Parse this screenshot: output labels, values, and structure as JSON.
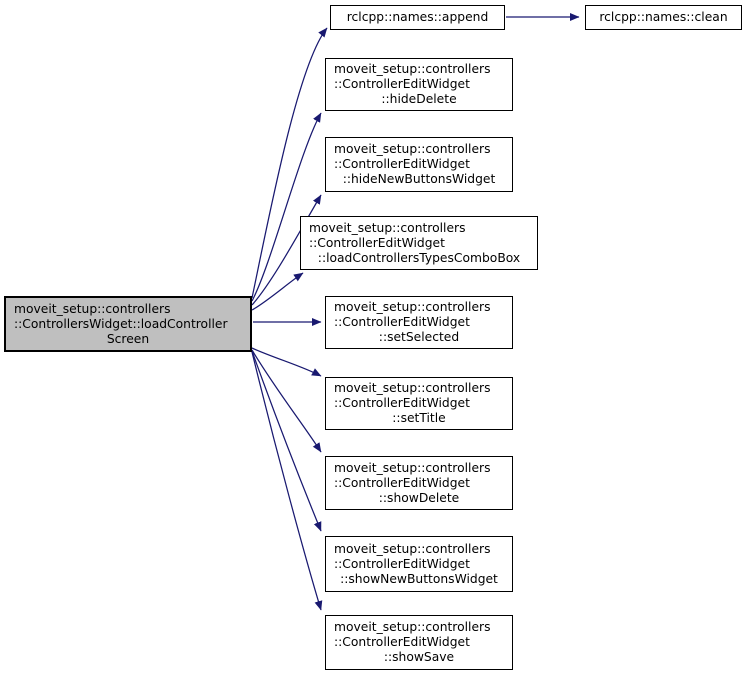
{
  "diagram": {
    "kind": "call-graph",
    "colors": {
      "edge": "#191970",
      "node_border": "#000000",
      "node_fill": "#ffffff",
      "highlight_fill": "#bfbfbf",
      "background": "#ffffff",
      "text": "#000000"
    },
    "nodes": [
      {
        "id": "loadControllerScreen",
        "highlighted": true,
        "lines": [
          "moveit_setup::controllers",
          "::ControllersWidget::loadController",
          "Screen"
        ]
      },
      {
        "id": "append",
        "highlighted": false,
        "lines": [
          "rclcpp::names::append"
        ]
      },
      {
        "id": "clean",
        "highlighted": false,
        "lines": [
          "rclcpp::names::clean"
        ]
      },
      {
        "id": "hideDelete",
        "highlighted": false,
        "lines": [
          "moveit_setup::controllers",
          "::ControllerEditWidget",
          "::hideDelete"
        ]
      },
      {
        "id": "hideNewButtonsWidget",
        "highlighted": false,
        "lines": [
          "moveit_setup::controllers",
          "::ControllerEditWidget",
          "::hideNewButtonsWidget"
        ]
      },
      {
        "id": "loadControllersTypesComboBox",
        "highlighted": false,
        "lines": [
          "moveit_setup::controllers",
          "::ControllerEditWidget",
          "::loadControllersTypesComboBox"
        ]
      },
      {
        "id": "setSelected",
        "highlighted": false,
        "lines": [
          "moveit_setup::controllers",
          "::ControllerEditWidget",
          "::setSelected"
        ]
      },
      {
        "id": "setTitle",
        "highlighted": false,
        "lines": [
          "moveit_setup::controllers",
          "::ControllerEditWidget",
          "::setTitle"
        ]
      },
      {
        "id": "showDelete",
        "highlighted": false,
        "lines": [
          "moveit_setup::controllers",
          "::ControllerEditWidget",
          "::showDelete"
        ]
      },
      {
        "id": "showNewButtonsWidget",
        "highlighted": false,
        "lines": [
          "moveit_setup::controllers",
          "::ControllerEditWidget",
          "::showNewButtonsWidget"
        ]
      },
      {
        "id": "showSave",
        "highlighted": false,
        "lines": [
          "moveit_setup::controllers",
          "::ControllerEditWidget",
          "::showSave"
        ]
      }
    ],
    "edges": [
      {
        "from": "loadControllerScreen",
        "to": "append"
      },
      {
        "from": "loadControllerScreen",
        "to": "hideDelete"
      },
      {
        "from": "loadControllerScreen",
        "to": "hideNewButtonsWidget"
      },
      {
        "from": "loadControllerScreen",
        "to": "loadControllersTypesComboBox"
      },
      {
        "from": "loadControllerScreen",
        "to": "setSelected"
      },
      {
        "from": "loadControllerScreen",
        "to": "setTitle"
      },
      {
        "from": "loadControllerScreen",
        "to": "showDelete"
      },
      {
        "from": "loadControllerScreen",
        "to": "showNewButtonsWidget"
      },
      {
        "from": "loadControllerScreen",
        "to": "showSave"
      },
      {
        "from": "append",
        "to": "clean"
      }
    ]
  }
}
